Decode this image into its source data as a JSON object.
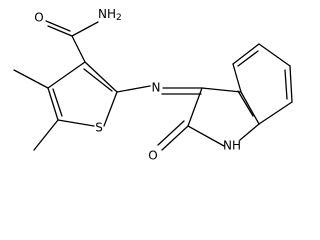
{
  "molecule": {
    "atoms": {
      "amide_o": "O",
      "amide_nh2": "NH2",
      "thiophene_s": "S",
      "imine_n": "N",
      "lactam_o": "O",
      "lactam_nh": "NH"
    }
  }
}
